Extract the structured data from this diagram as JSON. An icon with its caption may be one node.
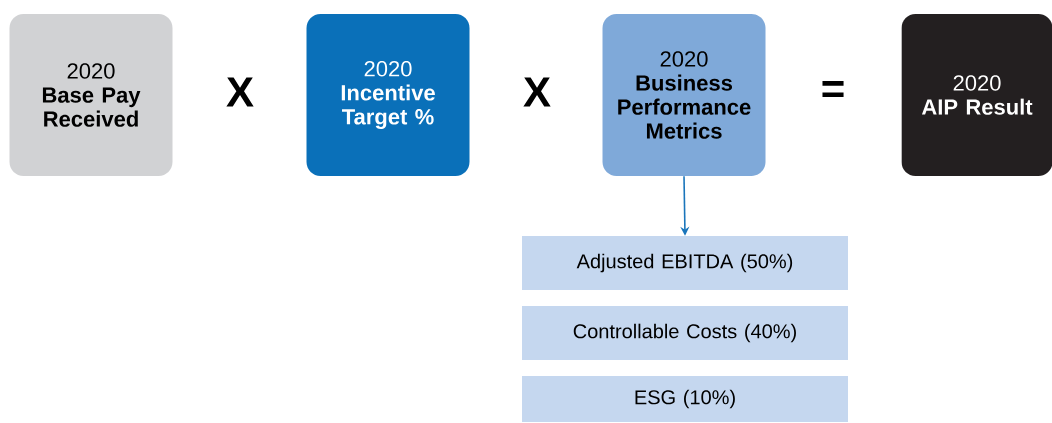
{
  "diagram": {
    "nodes": [
      {
        "text": [
          "2020",
          "Base Pay Received"
        ]
      },
      {
        "text": [
          "2020",
          "Incentive Target %"
        ]
      },
      {
        "text": [
          "2020",
          "Business Performance Metrics"
        ]
      },
      {
        "text": [
          "2020",
          "AIP Result"
        ]
      },
      {
        "text": [
          "Adjusted EBITDA (50%)"
        ]
      },
      {
        "text": [
          "Controllable Costs (40%)"
        ]
      },
      {
        "text": [
          "ESG (10%)"
        ]
      }
    ],
    "edges": [
      {
        "from": 2,
        "to": 4,
        "arrow": "to",
        "color": "#1a75bb"
      }
    ],
    "labels": [
      "X",
      "X",
      "="
    ]
  }
}
